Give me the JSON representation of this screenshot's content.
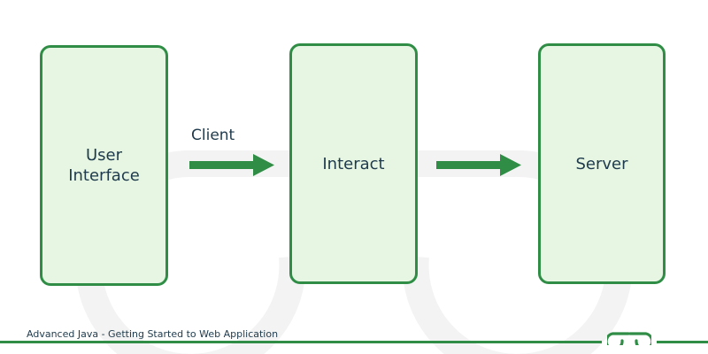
{
  "diagram": {
    "nodes": [
      {
        "id": "user-interface",
        "label": "User\nInterface"
      },
      {
        "id": "interact",
        "label": "Interact"
      },
      {
        "id": "server",
        "label": "Server"
      }
    ],
    "edges": [
      {
        "from": "user-interface",
        "to": "interact",
        "label": "Client"
      },
      {
        "from": "interact",
        "to": "server",
        "label": ""
      }
    ]
  },
  "footer": {
    "caption": "Advanced Java - Getting Started to Web Application",
    "logo_icon": "gfg-logo-icon"
  },
  "colors": {
    "accent": "#2f8d46",
    "box_fill": "#e6f6e3",
    "text": "#1e3a4c",
    "watermark": "#f2f2f2"
  }
}
